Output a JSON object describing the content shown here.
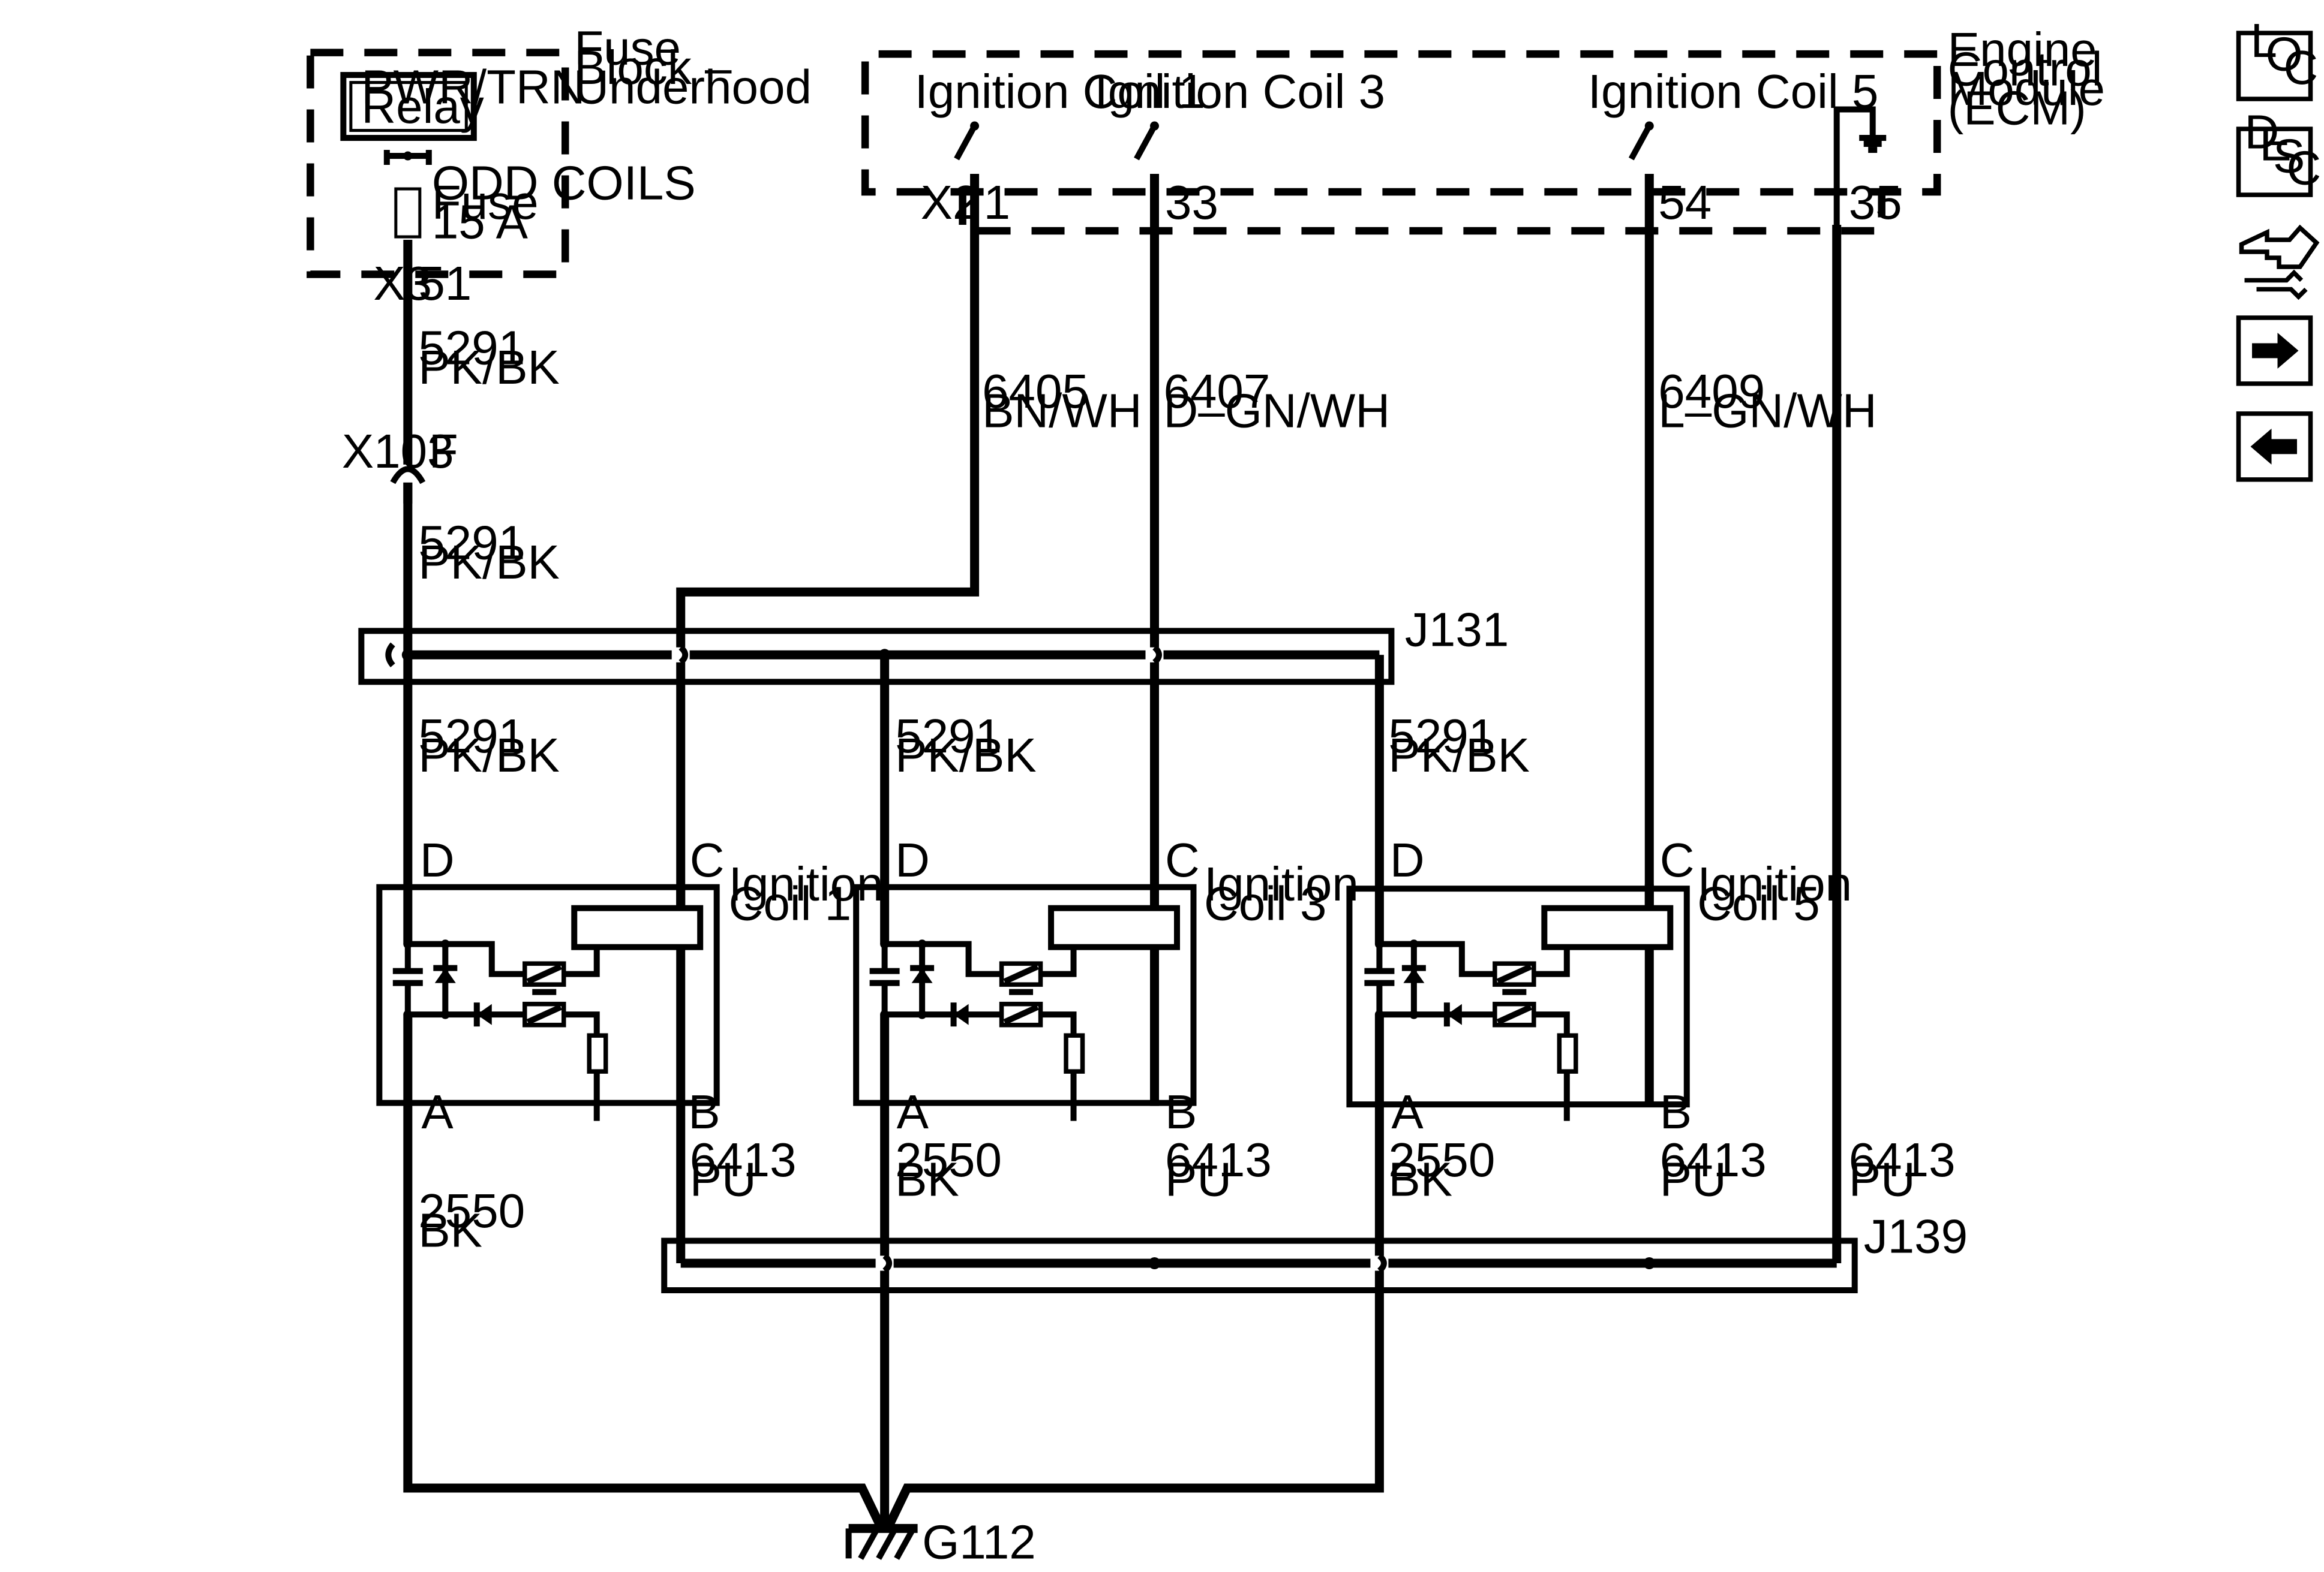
{
  "fuse_block": {
    "title": [
      "Fuse",
      "Block –",
      "Underhood"
    ],
    "relay": [
      "PWR/TRN",
      "Relay"
    ],
    "fuse": [
      "ODD COILS",
      "Fuse",
      "15 A"
    ],
    "connector": "X3",
    "pin": "51"
  },
  "ecm": {
    "title": [
      "Engine",
      "Control",
      "Module",
      "(ECM)"
    ],
    "connector": "X2",
    "drivers": [
      "Ignition Coil 1",
      "Ignition Coil 3",
      "Ignition Coil 5"
    ],
    "pins": [
      "1",
      "33",
      "54",
      "35"
    ]
  },
  "wires": {
    "w5291": [
      "5291",
      "PK/BK"
    ],
    "w6405": [
      "6405",
      "BN/WH"
    ],
    "w6407": [
      "6407",
      "D–GN/WH"
    ],
    "w6409": [
      "6409",
      "L–GN/WH"
    ],
    "w2550": [
      "2550",
      "BK"
    ],
    "w6413": [
      "6413",
      "PU"
    ]
  },
  "connector_x103": {
    "name": "X103",
    "pin": "F"
  },
  "splices": {
    "j131": "J131",
    "j139": "J139"
  },
  "coils": [
    {
      "name": [
        "Ignition",
        "Coil 1"
      ],
      "pins": [
        "D",
        "C",
        "A",
        "B"
      ]
    },
    {
      "name": [
        "Ignition",
        "Coil 3"
      ],
      "pins": [
        "D",
        "C",
        "A",
        "B"
      ]
    },
    {
      "name": [
        "Ignition",
        "Coil 5"
      ],
      "pins": [
        "D",
        "C",
        "A",
        "B"
      ]
    }
  ],
  "ground": "G112",
  "nav": {
    "loc": [
      "L",
      "O",
      "C"
    ],
    "desc": [
      "D",
      "E",
      "S",
      "C"
    ]
  },
  "icons": [
    "loc-icon",
    "desc-icon",
    "connector-end-view-icon",
    "next-arrow-icon",
    "previous-arrow-icon"
  ]
}
